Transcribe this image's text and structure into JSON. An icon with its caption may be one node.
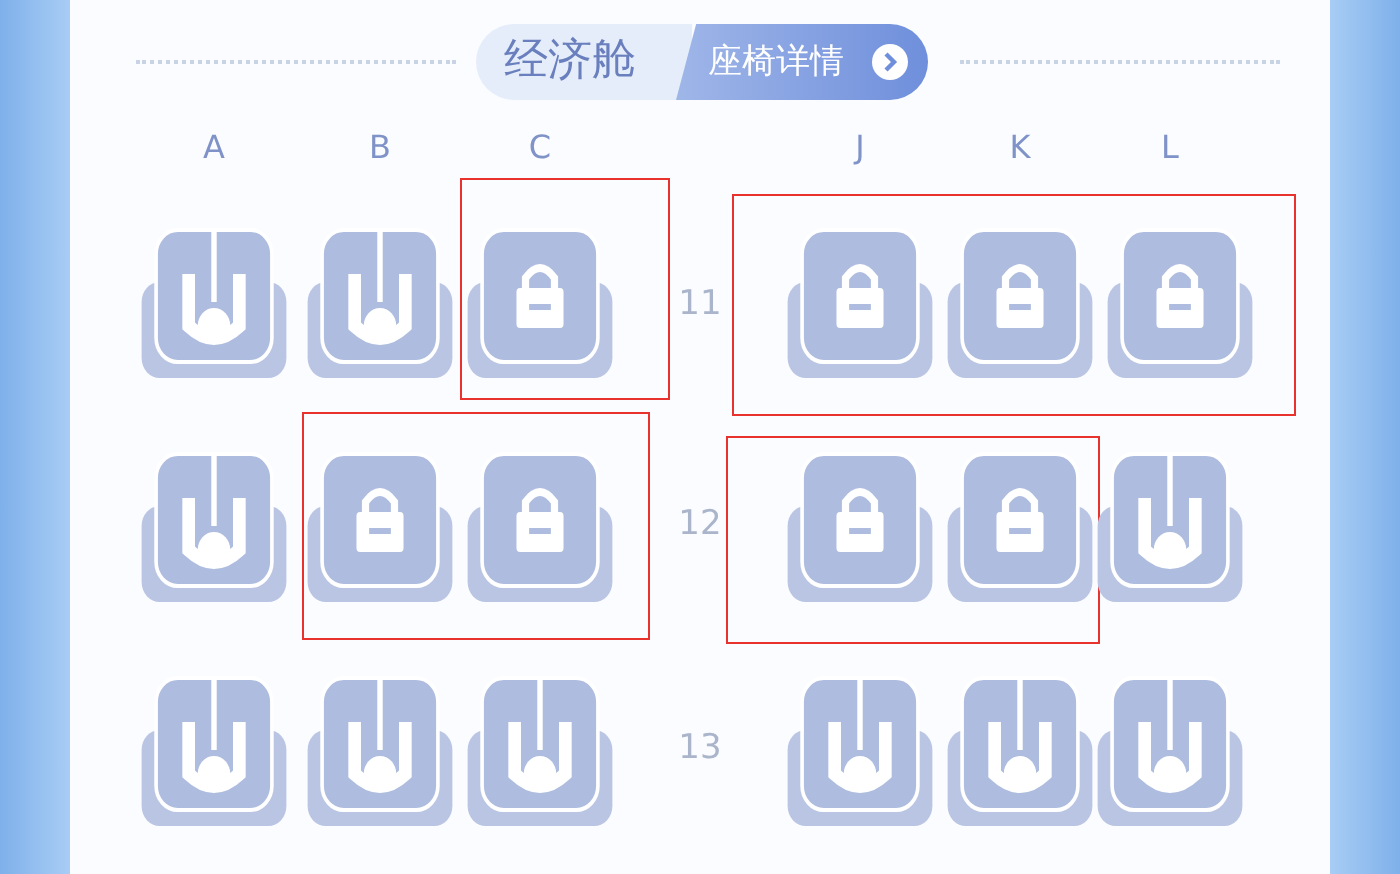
{
  "diagram": {
    "nodes": [
      {
        "text": [],
        "shape": "person"
      },
      {
        "text": [],
        "shape": "person"
      },
      {
        "text": [],
        "shape": "box"
      },
      {
        "text": [],
        "shape": "lock",
        "in": 2
      },
      {
        "text": [],
        "shape": "box"
      },
      {
        "text": [],
        "shape": "lock",
        "in": 4
      },
      {
        "text": [],
        "shape": "lock",
        "in": 4
      },
      {
        "text": [],
        "shape": "lock",
        "in": 4
      },
      {
        "text": [],
        "shape": "person"
      },
      {
        "text": [],
        "shape": "box"
      },
      {
        "text": [],
        "shape": "lock",
        "in": 9
      },
      {
        "text": [],
        "shape": "lock",
        "in": 9
      },
      {
        "text": [],
        "shape": "box"
      },
      {
        "text": [],
        "shape": "lock",
        "in": 12
      },
      {
        "text": [],
        "shape": "lock",
        "in": 12
      },
      {
        "text": [],
        "shape": "person"
      },
      {
        "text": [],
        "shape": "person"
      },
      {
        "text": [],
        "shape": "person"
      },
      {
        "text": [],
        "shape": "person"
      },
      {
        "text": [],
        "shape": "person"
      },
      {
        "text": [],
        "shape": "person"
      },
      {
        "text": [],
        "shape": "person"
      }
    ],
    "labels": [
      "经济舱",
      "座椅详情",
      "A",
      "B",
      "C",
      "J",
      "K",
      "L",
      "11",
      "12",
      "13"
    ]
  }
}
